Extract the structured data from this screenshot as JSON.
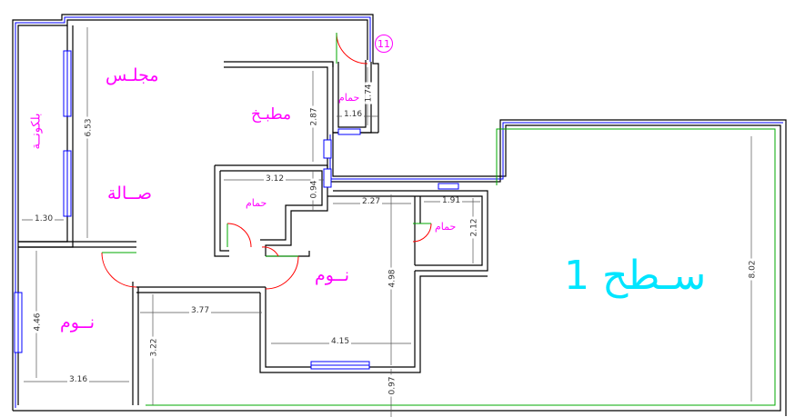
{
  "rooms": {
    "majlis": "مجلـس",
    "sala": "صــالة",
    "balcony": "بلكونــة",
    "kitchen": "مطبـخ",
    "bath_top": "حمام",
    "bath_mid": "حمام",
    "bath_right": "حمام",
    "bed_center": "نــوم",
    "bed_left": "نــوم",
    "roof": "سـطح 1"
  },
  "marker": "11",
  "dimensions": {
    "d653": "6.53",
    "d130": "1.30",
    "d287": "2.87",
    "d116": "1.16",
    "d174": "1.74",
    "d312": "3.12",
    "d094": "0.94",
    "d227": "2.27",
    "d191": "1.91",
    "d212": "2.12",
    "d498": "4.98",
    "d415": "4.15",
    "d377": "3.77",
    "d322": "3.22",
    "d446": "4.46",
    "d316": "3.16",
    "d097": "0.97",
    "d802": "8.02"
  },
  "colors": {
    "wall": "#000000",
    "wall_inner": "#0000ff",
    "roof_edge": "#00aa00",
    "door_arc": "#ff0000",
    "room_text": "#ff00ff",
    "roof_text": "#00e5ff"
  }
}
